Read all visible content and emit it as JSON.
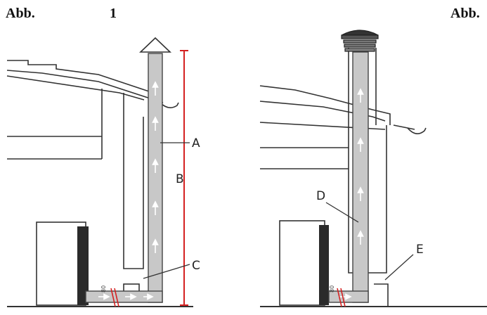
{
  "header": {
    "left_label": "Abb.",
    "figure_number": "1",
    "right_label": "Abb."
  },
  "callouts": {
    "a": "A",
    "b": "B",
    "c": "C",
    "d": "D",
    "e": "E"
  },
  "pipe_markings": {
    "left": "80",
    "right": "80"
  },
  "colors": {
    "pipe": "#c8c8c8",
    "measure": "#d42020",
    "line": "#333333"
  }
}
